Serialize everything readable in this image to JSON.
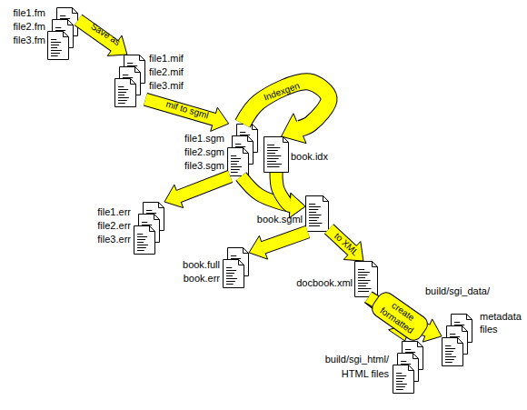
{
  "diagram": {
    "nodes": [
      {
        "text": [
          "file1.fm",
          "file2.fm",
          "file3.fm"
        ]
      },
      {
        "text": [
          "file1.mif",
          "file2.mif",
          "file3.mif"
        ]
      },
      {
        "text": [
          "file1.sgm",
          "file2.sgm",
          "file3.sgm"
        ]
      },
      {
        "text": [
          "book.idx"
        ]
      },
      {
        "text": [
          "file1.err",
          "file2.err",
          "file3.err"
        ]
      },
      {
        "text": [
          "book.sgml"
        ]
      },
      {
        "text": [
          "book.full",
          "book.err"
        ]
      },
      {
        "text": [
          "docbook.xml"
        ]
      },
      {
        "text": [
          "build/sgi_data/",
          "metadata files"
        ]
      },
      {
        "text": [
          "build/sgi_html/",
          "HTML files"
        ]
      }
    ],
    "edges": [
      {
        "from": 0,
        "to": 1,
        "label": "Save as",
        "arrow": "to"
      },
      {
        "from": 1,
        "to": 2,
        "label": "mif to sgml",
        "arrow": "to"
      },
      {
        "from": 2,
        "to": 3,
        "label": "Indexgen",
        "arrow": "to"
      },
      {
        "from": 2,
        "to": 4,
        "arrow": "to"
      },
      {
        "from": 2,
        "to": 5,
        "arrow": "to"
      },
      {
        "from": 3,
        "to": 5,
        "arrow": "to"
      },
      {
        "from": 5,
        "to": 6,
        "arrow": "to"
      },
      {
        "from": 5,
        "to": 7,
        "label": "to XML",
        "arrow": "to"
      },
      {
        "from": 7,
        "to": 8,
        "label": "create formatted",
        "arrow": "to"
      },
      {
        "from": 7,
        "to": 9,
        "arrow": "to"
      }
    ]
  }
}
